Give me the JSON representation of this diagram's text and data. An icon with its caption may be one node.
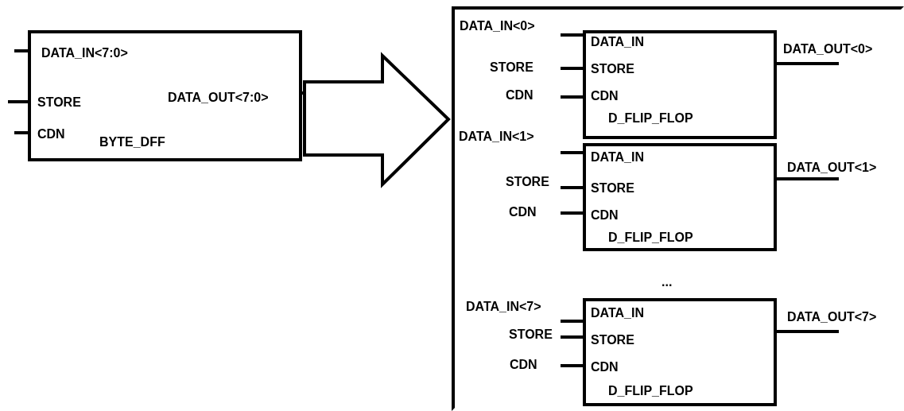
{
  "diagram": {
    "nodes": [
      {
        "text": [
          "DATA_IN<7:0>",
          "STORE",
          "CDN",
          "DATA_OUT<7:0>",
          "BYTE_DFF"
        ]
      },
      {
        "text": [],
        "shape": "box"
      },
      {
        "text": [
          "DATA_IN",
          "STORE",
          "CDN",
          "D_FLIP_FLOP"
        ],
        "in": 1,
        "beside": [
          "DATA_IN<0>",
          "STORE",
          "CDN",
          "DATA_OUT<0>"
        ]
      },
      {
        "text": [
          "DATA_IN",
          "STORE",
          "CDN",
          "D_FLIP_FLOP"
        ],
        "in": 1,
        "beside": [
          "DATA_IN<1>",
          "STORE",
          "CDN",
          "DATA_OUT<1>"
        ]
      },
      {
        "text": [
          "DATA_IN",
          "STORE",
          "CDN",
          "D_FLIP_FLOP"
        ],
        "in": 1,
        "beside": [
          "DATA_IN<7>",
          "STORE",
          "CDN",
          "DATA_OUT<7>"
        ]
      }
    ],
    "edges": [
      {
        "from": 0,
        "to": 1,
        "arrow": "to"
      }
    ],
    "labels": [
      "..."
    ]
  }
}
